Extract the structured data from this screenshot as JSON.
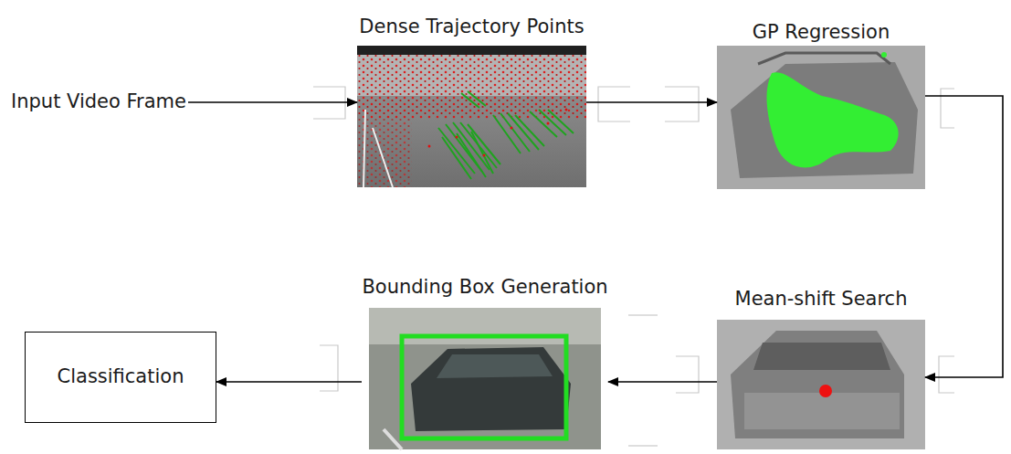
{
  "diagram": {
    "nodes": [
      {
        "text": [
          "Input Video Frame"
        ]
      },
      {
        "text": [
          "Dense Trajectory Points"
        ]
      },
      {
        "text": [
          "GP Regression"
        ]
      },
      {
        "text": [
          "Classification"
        ]
      },
      {
        "text": [
          "Bounding Box Generation"
        ]
      },
      {
        "text": [
          "Mean-shift Search"
        ]
      }
    ],
    "edges": [
      {
        "from": 0,
        "to": 1,
        "arrow": "to"
      },
      {
        "from": 1,
        "to": 2,
        "arrow": "to"
      },
      {
        "from": 2,
        "to": 5,
        "arrow": "to"
      },
      {
        "from": 5,
        "to": 4,
        "arrow": "to"
      },
      {
        "from": 4,
        "to": 3,
        "arrow": "to"
      }
    ]
  }
}
